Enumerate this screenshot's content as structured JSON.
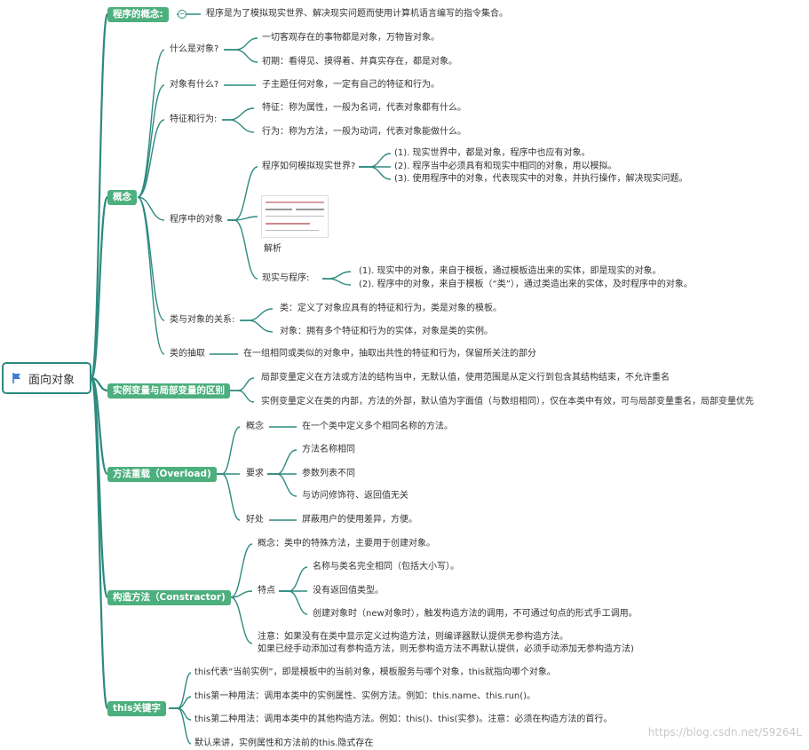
{
  "root": {
    "label": "面向对象",
    "icon": "flag-icon"
  },
  "branches": {
    "b1": "程序的概念:",
    "b2": "概念",
    "b3": "实例变量与局部变量的区别",
    "b4": "方法重载（Overload)",
    "b5": "构造方法（Constractor)",
    "b6": "this关键字"
  },
  "program_concept": "程序是为了模拟现实世界、解决现实问题而使用计算机语言编写的指令集合。",
  "concept": {
    "what_is_object": "什么是对象?",
    "wio_1": "一切客观存在的事物都是对象，万物皆对象。",
    "wio_2": "初期：看得见、摸得着、并真实存在，都是对象。",
    "what_has": "对象有什么?",
    "what_has_1": "子主题任何对象，一定有自己的特征和行为。",
    "feat_behav": "特征和行为:",
    "fb_1": "特征：称为属性，一般为名词，代表对象都有什么。",
    "fb_2": "行为：称为方法，一般为动词，代表对象能做什么。",
    "in_program": "程序中的对象",
    "simulate": "程序如何模拟现实世界?",
    "sim_1": "(1). 现实世界中，都是对象，程序中也应有对象。",
    "sim_2": "(2). 程序当中必须具有和现实中相同的对象，用以模拟。",
    "sim_3": "(3). 使用程序中的对象，代表现实中的对象，并执行操作，解决现实问题。",
    "analysis": "解析",
    "real_prog": "现实与程序:",
    "rp_1": "(1). 现实中的对象，来自于模板，通过模板造出来的实体，即是现实的对象。",
    "rp_2": "(2). 程序中的对象，来自于模板（“类”），通过类造出来的实体，及时程序中的对象。",
    "class_obj": "类与对象的关系:",
    "co_1": "类：定义了对象应具有的特征和行为，类是对象的模板。",
    "co_2": "对象：拥有多个特征和行为的实体，对象是类的实例。",
    "abstraction": "类的抽取",
    "abs_1": "在一组相同或类似的对象中，抽取出共性的特征和行为，保留所关注的部分"
  },
  "variables": {
    "v_1": "局部变量定义在方法或方法的结构当中，无默认值，使用范围是从定义行到包含其结构结束，不允许重名",
    "v_2": "实例变量定义在类的内部，方法的外部，默认值为字面值（与数组相同），仅在本类中有效，可与局部变量重名，局部变量优先"
  },
  "overload": {
    "concept": "概念",
    "concept_1": "在一个类中定义多个相同名称的方法。",
    "require": "要求",
    "req_1": "方法名称相同",
    "req_2": "参数列表不同",
    "req_3": "与访问修饰符、返回值无关",
    "benefit": "好处",
    "benefit_1": "屏蔽用户的使用差异，方便。"
  },
  "constructor": {
    "concept": "概念：类中的特殊方法，主要用于创建对象。",
    "feature": "特点",
    "f_1": "名称与类名完全相同（包括大小写）。",
    "f_2": "没有返回值类型。",
    "f_3": "创建对象时（new对象时），触发构造方法的调用，不可通过句点的形式手工调用。",
    "note_1": "注意：如果没有在类中显示定义过构造方法，则编译器默认提供无参构造方法。",
    "note_2": "如果已经手动添加过有参构造方法，则无参构造方法不再默认提供，必须手动添加无参构造方法)"
  },
  "this_kw": {
    "t_1": "this代表“当前实例”，即是模板中的当前对象，模板服务与哪个对象，this就指向哪个对象。",
    "t_2": "this第一种用法：调用本类中的实例属性、实例方法。例如：this.name、this.run()。",
    "t_3": "this第二种用法：调用本类中的其他构造方法。例如：this()、this(实参)。注意：必须在构造方法的首行。",
    "t_4": "默认来讲，实例属性和方法前的this.隐式存在"
  },
  "watermark": "https://blog.csdn.net/S9264L",
  "colors": {
    "line": "#2d8a7f",
    "branch_bg": "#4caf7d",
    "root_border": "#2d8a7f"
  }
}
